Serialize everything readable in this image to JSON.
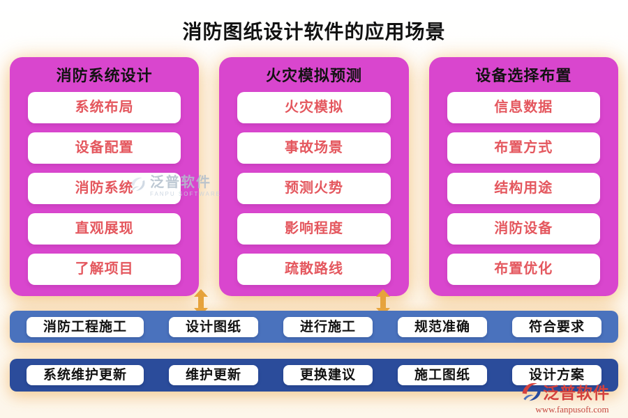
{
  "title": "消防图纸设计软件的应用场景",
  "columns": [
    {
      "header": "消防系统设计",
      "items": [
        "系统布局",
        "设备配置",
        "消防系统",
        "直观展现",
        "了解项目"
      ]
    },
    {
      "header": "火灾模拟预测",
      "items": [
        "火灾模拟",
        "事故场景",
        "预测火势",
        "影响程度",
        "疏散路线"
      ]
    },
    {
      "header": "设备选择布置",
      "items": [
        "信息数据",
        "布置方式",
        "结构用途",
        "消防设备",
        "布置优化"
      ]
    }
  ],
  "bars": [
    {
      "items": [
        "消防工程施工",
        "设计图纸",
        "进行施工",
        "规范准确",
        "符合要求"
      ]
    },
    {
      "items": [
        "系统维护更新",
        "维护更新",
        "更换建议",
        "施工图纸",
        "设计方案"
      ]
    }
  ],
  "watermark_center": {
    "brand": "泛普软件",
    "brand_sub": "FANPU SOFTWARE"
  },
  "watermark_corner": {
    "brand": "泛普软件",
    "website": "www.fanpusoft.com"
  },
  "icons": {
    "flow_arrow": "double-vertical-arrow",
    "brand_logo": "fanpu-swoosh-logo"
  },
  "colors": {
    "panel_magenta": "#d946ce",
    "card_text_red": "#e4575e",
    "bar1_blue": "#4a72bd",
    "bar2_blue": "#2b4c9b",
    "arrow_orange": "#e6a33c",
    "title_text": "#111111",
    "watermark_gray": "#b2bfcc",
    "brand_red": "#d4423e",
    "background_cream": "#fdf6ea"
  }
}
